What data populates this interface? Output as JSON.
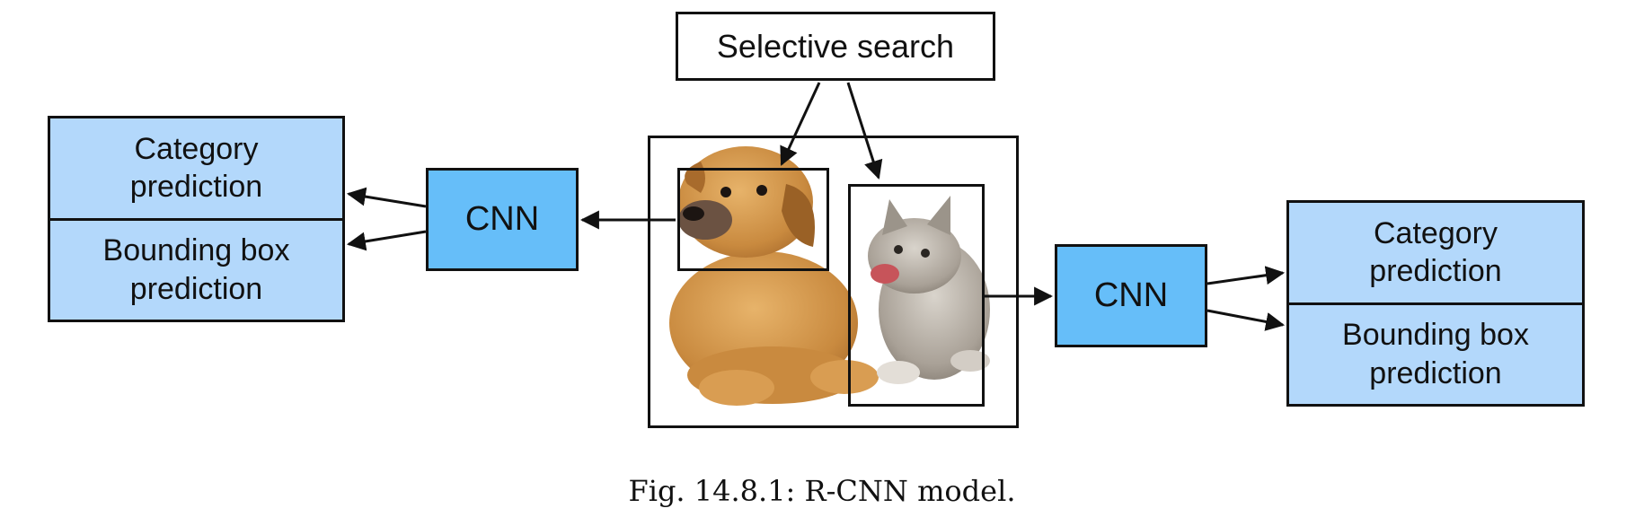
{
  "selective_search": {
    "label": "Selective search"
  },
  "left_cnn": {
    "label": "CNN"
  },
  "right_cnn": {
    "label": "CNN"
  },
  "left_outputs": {
    "category": "Category\nprediction",
    "bbox": "Bounding box\nprediction"
  },
  "right_outputs": {
    "category": "Category\nprediction",
    "bbox": "Bounding box\nprediction"
  },
  "image": {
    "subjects": [
      "puppy",
      "kitten"
    ]
  },
  "caption": "Fig. 14.8.1: R-CNN model.",
  "colors": {
    "output_box": "#b3d8fb",
    "cnn_box": "#66bef9",
    "stroke": "#111111"
  }
}
